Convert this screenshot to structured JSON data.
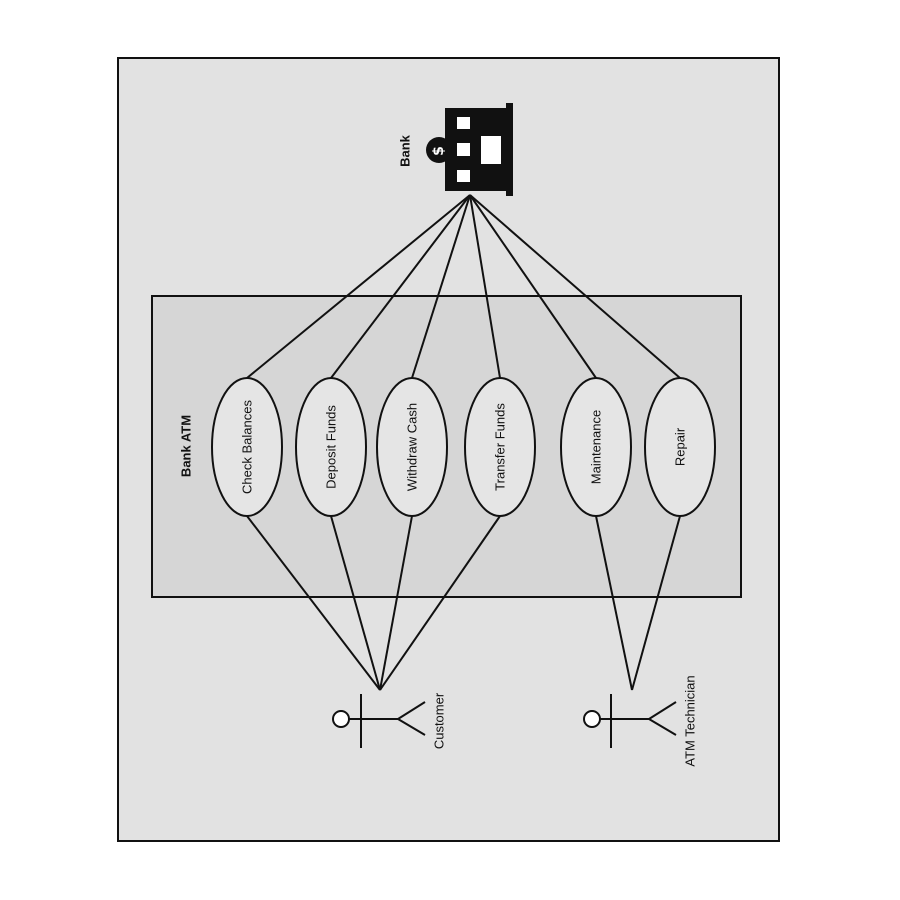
{
  "diagram": {
    "type": "uml-use-case",
    "system": {
      "title": "Bank ATM"
    },
    "actors": {
      "bank": "Bank",
      "customer": "Customer",
      "technician": "ATM Technician"
    },
    "use_cases": [
      {
        "id": "check-balances",
        "label": "Check Balances"
      },
      {
        "id": "deposit-funds",
        "label": "Deposit Funds"
      },
      {
        "id": "withdraw-cash",
        "label": "Withdraw Cash"
      },
      {
        "id": "transfer-funds",
        "label": "Transfer Funds"
      },
      {
        "id": "maintenance",
        "label": "Maintenance"
      },
      {
        "id": "repair",
        "label": "Repair"
      }
    ],
    "associations": [
      [
        "bank",
        "check-balances"
      ],
      [
        "bank",
        "deposit-funds"
      ],
      [
        "bank",
        "withdraw-cash"
      ],
      [
        "bank",
        "transfer-funds"
      ],
      [
        "bank",
        "maintenance"
      ],
      [
        "bank",
        "repair"
      ],
      [
        "customer",
        "check-balances"
      ],
      [
        "customer",
        "deposit-funds"
      ],
      [
        "customer",
        "withdraw-cash"
      ],
      [
        "customer",
        "transfer-funds"
      ],
      [
        "technician",
        "maintenance"
      ],
      [
        "technician",
        "repair"
      ]
    ],
    "colors": {
      "outer_frame": "#e2e2e2",
      "system_box": "#d6d6d6",
      "use_case_fill": "#e5e5e5",
      "stroke": "#111111"
    },
    "icons": {
      "bank": "bank-building-dollar-icon",
      "actor": "stick-figure-icon"
    }
  }
}
